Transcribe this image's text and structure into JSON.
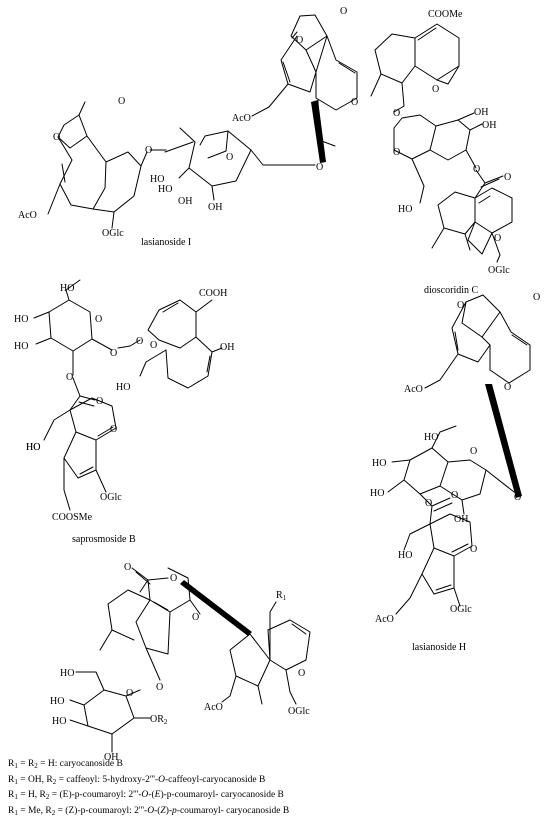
{
  "compounds": {
    "lasianoside_I": {
      "name": "lasianoside I",
      "labels": {
        "o1": "O",
        "o2": "O",
        "o3": "O",
        "o4": "O",
        "o5": "O",
        "o6": "O",
        "o7": "O",
        "o8": "O",
        "acoA": "AcO",
        "acoB": "AcO",
        "oglc": "OGlc",
        "ho1": "HO",
        "ho2": "HO",
        "oh1": "OH",
        "oh2": "OH"
      }
    },
    "dioscoridin_C": {
      "name": "dioscoridin C",
      "labels": {
        "coome": "COOMe",
        "o1": "O",
        "o2": "O",
        "o3": "O",
        "o4": "O",
        "o5": "O",
        "o6": "O",
        "oh1": "OH",
        "oh2": "OH",
        "ho": "HO",
        "oglc": "OGlc"
      }
    },
    "saprosmoside_B": {
      "name": "saprosmoside B",
      "labels": {
        "cooh": "COOH",
        "ho1": "HO",
        "ho2": "HO",
        "ho3": "HO",
        "ho4": "HO",
        "oh": "OH",
        "o1": "O",
        "o2": "O",
        "o3": "O",
        "o4": "O",
        "o5": "O",
        "o6": "O",
        "o7": "O",
        "cooSMe": "COOSMe",
        "oglc": "OGlc"
      }
    },
    "lasianoside_H": {
      "name": "lasianoside H",
      "labels": {
        "o1": "O",
        "o2": "O",
        "o3": "O",
        "o4": "O",
        "o5": "O",
        "o6": "O",
        "o7": "O",
        "o8": "O",
        "aco1": "AcO",
        "aco2": "AcO",
        "ho1": "HO",
        "ho2": "HO",
        "ho3": "HO",
        "oh": "OH",
        "oglc": "OGlc"
      }
    },
    "caryocanoside_B": {
      "labels": {
        "o1": "O",
        "o2": "O",
        "o3": "O",
        "o4": "O",
        "o5": "O",
        "o6": "O",
        "r1": "R",
        "r1sub": "1",
        "aco": "AcO",
        "oglc": "OGlc",
        "ho1": "HO",
        "ho2": "HO",
        "ho3": "HO",
        "oh": "OH",
        "or2": "OR",
        "or2sub": "2"
      }
    }
  },
  "legend": {
    "line1": {
      "r": "R",
      "s1": "1",
      "eq1": " = R",
      "s2": "2",
      "rest": " = H: caryocanoside B"
    },
    "line2": {
      "r": "R",
      "s1": "1",
      "eq1": " = OH, R",
      "s2": "2",
      "rest_a": " = caffeoyl: 5-hydroxy-2'''-",
      "it": "O",
      "rest_b": "-caffeoyl-caryocanoside B"
    },
    "line3": {
      "r": "R",
      "s1": "1",
      "eq1": " = H, R",
      "s2": "2",
      "rest_a": " = (E)-p-coumaroyl: 2'''-",
      "it1": "O",
      "mid1": "-(",
      "it2": "E",
      "mid2": ")-p-coumaroyl- caryocanoside B"
    },
    "line4": {
      "r": "R",
      "s1": "1",
      "eq1": " = Me, R",
      "s2": "2",
      "rest_a": " = (Z)-p-coumaroyl: 2'''-",
      "it1": "O",
      "mid1": "-(",
      "it2": "Z",
      "mid2": ")-",
      "it3": "p",
      "rest_b": "-coumaroyl- caryocanoside B"
    }
  }
}
